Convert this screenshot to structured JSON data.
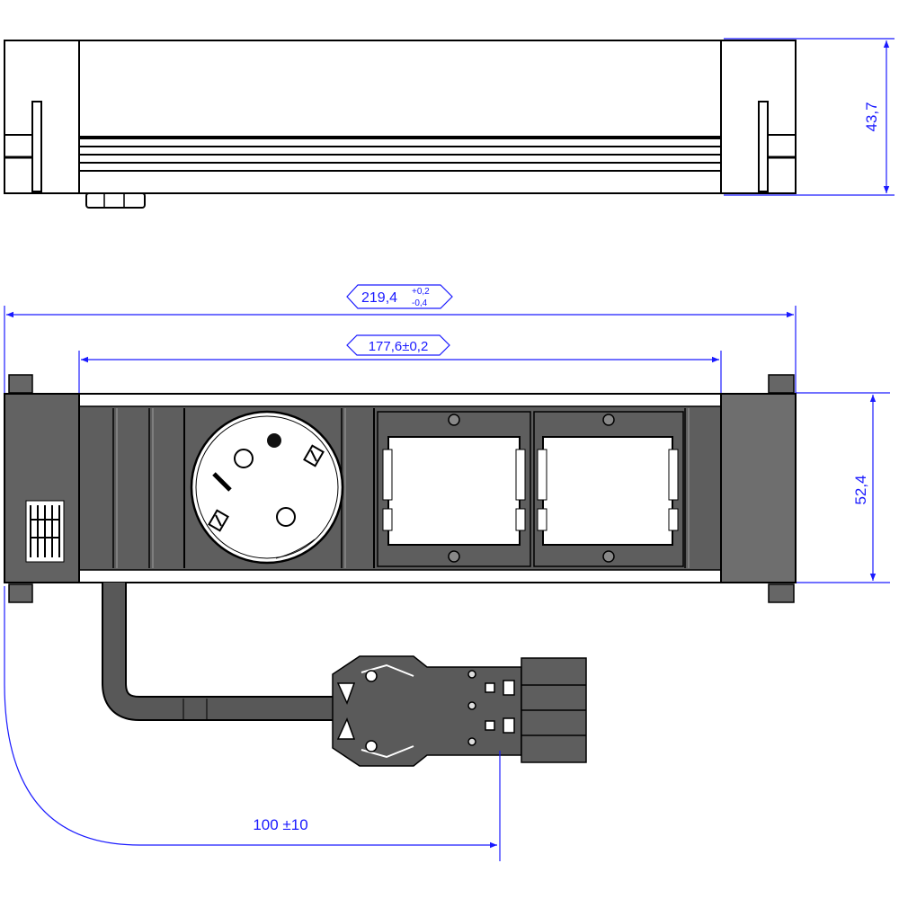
{
  "colors": {
    "dimension": "#1a1aff",
    "outline": "#000000",
    "body_dark": "#5a5a5a",
    "body_mid": "#6b6b6b",
    "module_light": "#ffffff",
    "cable": "#555555"
  },
  "dimensions": {
    "top_height": "43,7",
    "overall_width_value": "219,4",
    "overall_width_tol_plus": "+0,2",
    "overall_width_tol_minus": "-0,4",
    "inner_width": "177,6±0,2",
    "front_height": "52,4",
    "cable_length": "100 ±10"
  },
  "components": {
    "schuko_socket": "earthed-socket",
    "data_module_1": "empty-data-module",
    "data_module_2": "empty-data-module",
    "connector": "plug-connector",
    "endcap_logo_icon": "brand-logo-icon"
  }
}
